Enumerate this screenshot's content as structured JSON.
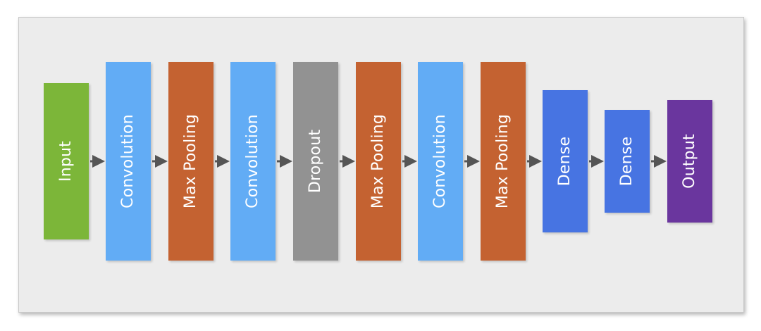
{
  "diagram": {
    "background_color": "#ececec",
    "arrow_color": "#555555",
    "layers": [
      {
        "label": "Input",
        "color": "#7cb639"
      },
      {
        "label": "Convolution",
        "color": "#62acf5"
      },
      {
        "label": "Max Pooling",
        "color": "#c46231"
      },
      {
        "label": "Convolution",
        "color": "#62acf5"
      },
      {
        "label": "Dropout",
        "color": "#929292"
      },
      {
        "label": "Max Pooling",
        "color": "#c46231"
      },
      {
        "label": "Convolution",
        "color": "#62acf5"
      },
      {
        "label": "Max Pooling",
        "color": "#c46231"
      },
      {
        "label": "Dense",
        "color": "#4774e2"
      },
      {
        "label": "Dense",
        "color": "#4774e2"
      },
      {
        "label": "Output",
        "color": "#6a369e"
      }
    ]
  }
}
